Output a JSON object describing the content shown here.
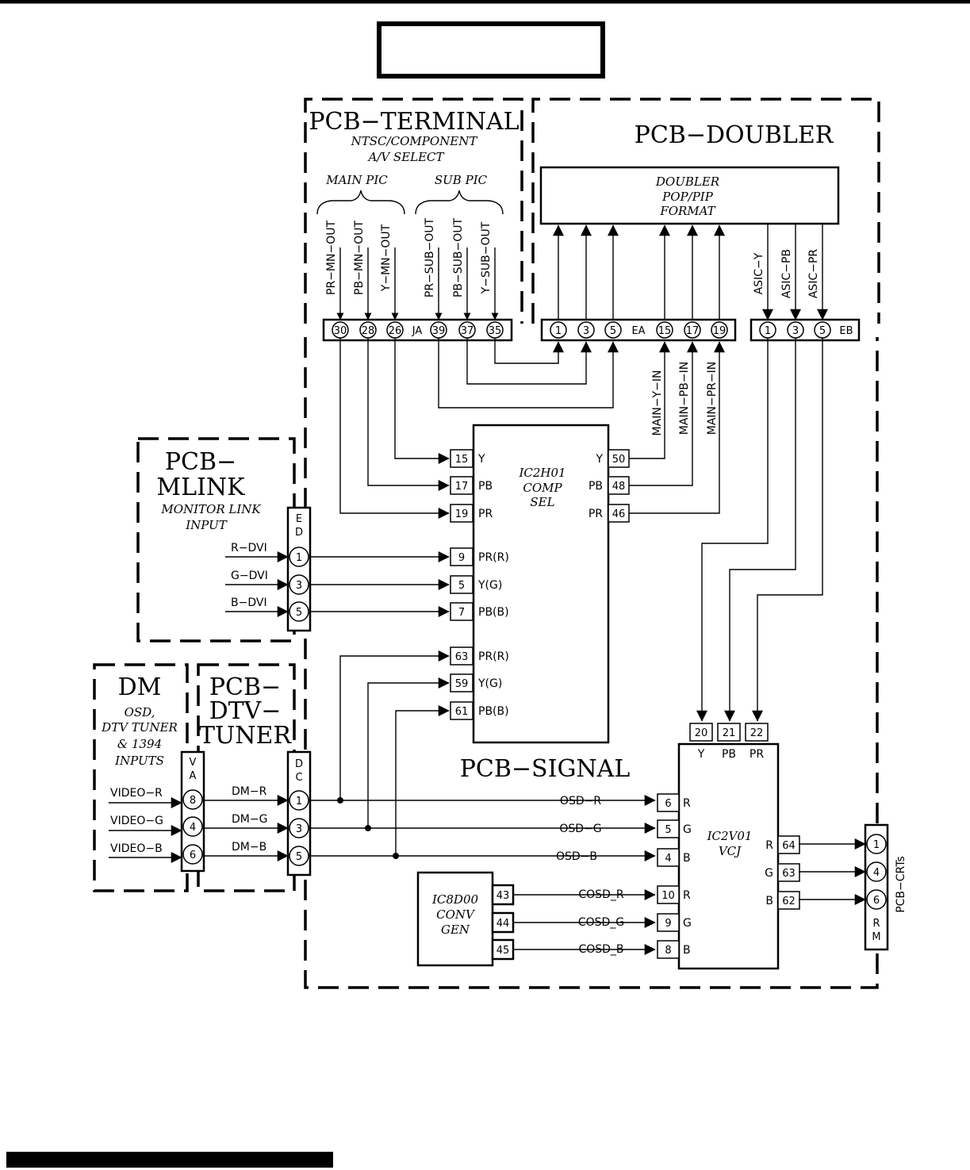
{
  "boards": {
    "terminal": {
      "title": "PCB−TERMINAL",
      "subtitle1": "NTSC/COMPONENT",
      "subtitle2": "A/V  SELECT",
      "main_pic": "MAIN  PIC",
      "sub_pic": "SUB  PIC"
    },
    "doubler": {
      "title": "PCB−DOUBLER",
      "block": [
        "DOUBLER",
        "POP/PIP",
        "FORMAT"
      ]
    },
    "mlink": {
      "title1": "PCB−",
      "title2": "MLINK",
      "subtitle1": "MONITOR  LINK",
      "subtitle2": "INPUT"
    },
    "dm": {
      "title": "DM",
      "lines": [
        "OSD,",
        "DTV  TUNER",
        "& 1394",
        "INPUTS"
      ]
    },
    "dtv_tuner": {
      "title1": "PCB−",
      "title2": "DTV−",
      "title3": "TUNER"
    },
    "signal": {
      "title": "PCB−SIGNAL"
    },
    "crts": {
      "title": "PCB−CRTs"
    }
  },
  "terminal_signals": [
    "PR−MN−OUT",
    "PB−MN−OUT",
    "Y−MN−OUT",
    "PR−SUB−OUT",
    "PB−SUB−OUT",
    "Y−SUB−OUT"
  ],
  "asic_signals": [
    "ASIC−Y",
    "ASIC−PB",
    "ASIC−PR"
  ],
  "main_in_signals": [
    "MAIN−Y−IN",
    "MAIN−PB−IN",
    "MAIN−PR−IN"
  ],
  "connectors": {
    "JA": {
      "label": "JA",
      "left_pins": [
        "30",
        "28",
        "26"
      ],
      "right_pins": [
        "39",
        "37",
        "35"
      ]
    },
    "EA": {
      "label": "EA",
      "left_pins": [
        "1",
        "3",
        "5"
      ],
      "right_pins": [
        "15",
        "17",
        "19"
      ]
    },
    "EB": {
      "label": "EB",
      "pins": [
        "1",
        "3",
        "5"
      ]
    },
    "ED": {
      "label": [
        "E",
        "D"
      ],
      "pins": [
        "1",
        "3",
        "5"
      ]
    },
    "VA": {
      "label": [
        "V",
        "A"
      ],
      "pins": [
        "8",
        "4",
        "6"
      ]
    },
    "DC": {
      "label": [
        "D",
        "C"
      ],
      "pins": [
        "1",
        "3",
        "5"
      ]
    },
    "RM": {
      "label": [
        "R",
        "M"
      ],
      "pins": [
        "1",
        "4",
        "6"
      ]
    }
  },
  "ic2h01": {
    "name": [
      "IC2H01",
      "COMP",
      "SEL"
    ],
    "left_pins": [
      {
        "num": "15",
        "label": "Y"
      },
      {
        "num": "17",
        "label": "PB"
      },
      {
        "num": "19",
        "label": "PR"
      },
      {
        "num": "9",
        "label": "PR(R)"
      },
      {
        "num": "5",
        "label": "Y(G)"
      },
      {
        "num": "7",
        "label": "PB(B)"
      },
      {
        "num": "63",
        "label": "PR(R)"
      },
      {
        "num": "59",
        "label": "Y(G)"
      },
      {
        "num": "61",
        "label": "PB(B)"
      }
    ],
    "right_pins": [
      {
        "num": "50",
        "label": "Y"
      },
      {
        "num": "48",
        "label": "PB"
      },
      {
        "num": "46",
        "label": "PR"
      }
    ]
  },
  "ic2v01": {
    "name": [
      "IC2V01",
      "VCJ"
    ],
    "top_pins": [
      {
        "num": "20",
        "label": "Y"
      },
      {
        "num": "21",
        "label": "PB"
      },
      {
        "num": "22",
        "label": "PR"
      }
    ],
    "left_pins": [
      {
        "num": "6",
        "label": "R"
      },
      {
        "num": "5",
        "label": "G"
      },
      {
        "num": "4",
        "label": "B"
      },
      {
        "num": "10",
        "label": "R"
      },
      {
        "num": "9",
        "label": "G"
      },
      {
        "num": "8",
        "label": "B"
      }
    ],
    "right_pins": [
      {
        "num": "64",
        "label": "R"
      },
      {
        "num": "63",
        "label": "G"
      },
      {
        "num": "62",
        "label": "B"
      }
    ]
  },
  "ic8d00": {
    "name": [
      "IC8D00",
      "CONV",
      "GEN"
    ],
    "pins": [
      "43",
      "44",
      "45"
    ]
  },
  "dvi_signals": [
    "R−DVI",
    "G−DVI",
    "B−DVI"
  ],
  "video_signals": [
    "VIDEO−R",
    "VIDEO−G",
    "VIDEO−B"
  ],
  "dm_signals": [
    "DM−R",
    "DM−G",
    "DM−B"
  ],
  "osd_signals": [
    "OSD−R",
    "OSD−G",
    "OSD−B"
  ],
  "cosd_signals": [
    "COSD_R",
    "COSD_G",
    "COSD_B"
  ]
}
